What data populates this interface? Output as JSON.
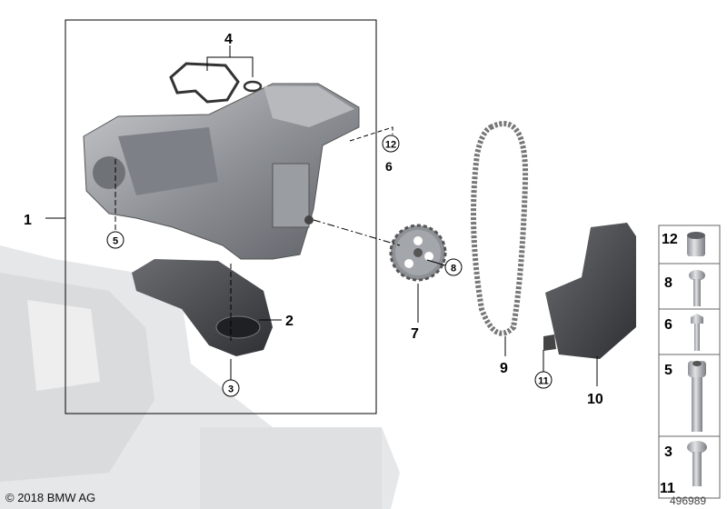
{
  "diagram": {
    "callouts": {
      "c1": "1",
      "c2": "2",
      "c3": "3",
      "c4": "4",
      "c5": "5",
      "c6": "6",
      "c7": "7",
      "c8": "8",
      "c9": "9",
      "c10": "10",
      "c11": "11",
      "c12": "12"
    },
    "legend": [
      {
        "labels": [
          "12"
        ],
        "part": "sleeve"
      },
      {
        "labels": [
          "8"
        ],
        "part": "torx-screw"
      },
      {
        "labels": [
          "6"
        ],
        "part": "hex-flange-bolt"
      },
      {
        "labels": [
          "5"
        ],
        "part": "socket-head-bolt"
      },
      {
        "labels": [
          "3",
          "11"
        ],
        "part": "torx-screw"
      }
    ]
  },
  "footer": {
    "copyright": "© 2018 BMW AG",
    "image_number": "496989"
  }
}
